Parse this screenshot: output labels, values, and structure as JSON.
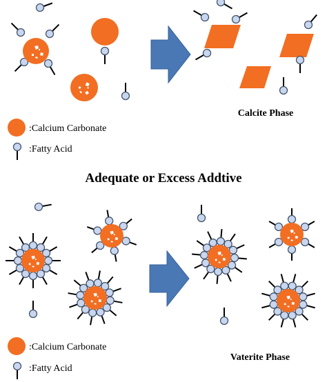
{
  "top_panel": {
    "phase_label": "Calcite Phase",
    "legend": {
      "calcium_carbonate_label": ":Calcium Carbonate",
      "fatty_acid_label": ":Fatty Acid"
    }
  },
  "condition_heading": "Adequate or Excess Addtive",
  "bottom_panel": {
    "phase_label": "Vaterite Phase",
    "legend": {
      "calcium_carbonate_label": ":Calcium Carbonate",
      "fatty_acid_label": ":Fatty Acid"
    }
  },
  "colors": {
    "calcium_carbonate": "#f26e22",
    "fatty_acid_head": "#c9d6f0",
    "fatty_acid_outline": "#44546a",
    "arrow": "#4a78b5"
  },
  "icons": {
    "calcium_carbonate": "orange-circle",
    "fatty_acid": "circle-head-with-tail",
    "process_arrow": "block-arrow-right",
    "calcite_crystal": "orange-parallelogram"
  }
}
